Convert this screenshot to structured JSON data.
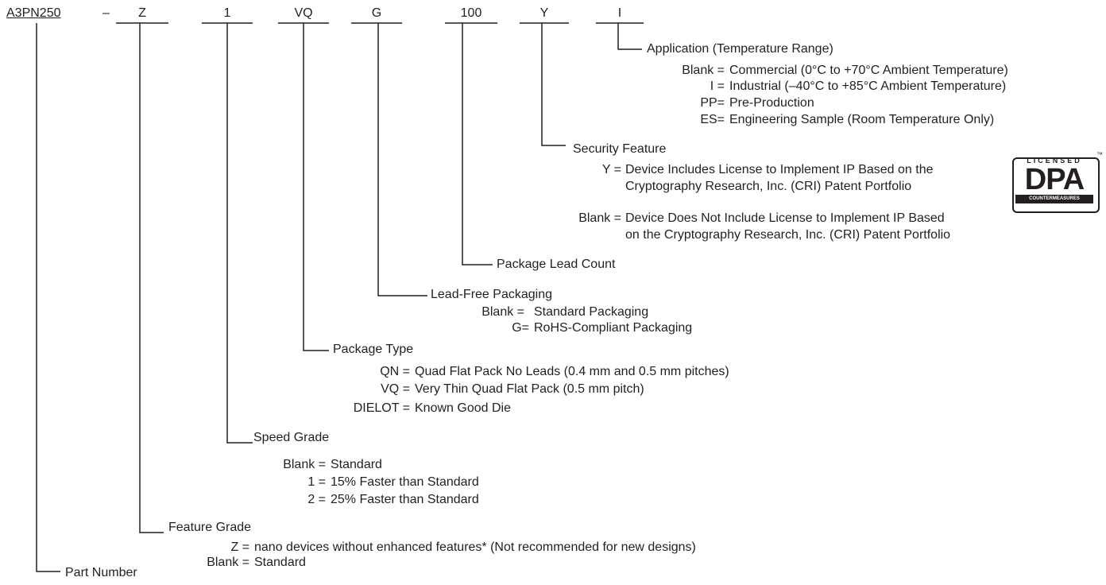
{
  "part_code": {
    "part": "A3PN250",
    "dash": "–",
    "feature_grade": "Z",
    "speed_grade": "1",
    "package_type": "VQ",
    "lead_free": "G",
    "lead_count": "100",
    "security": "Y",
    "application": "I"
  },
  "application": {
    "title": "Application (Temperature Range)",
    "options": [
      {
        "key": "Blank =",
        "desc": "Commercial (0°C to +70°C Ambient Temperature)"
      },
      {
        "key": "I =",
        "desc": "Industrial (–40°C to +85°C Ambient Temperature)"
      },
      {
        "key": "PP=",
        "desc": "Pre-Production"
      },
      {
        "key": "ES=",
        "desc": "Engineering Sample (Room Temperature Only)"
      }
    ]
  },
  "security": {
    "title": "Security Feature",
    "options": [
      {
        "key": "Y =",
        "desc_1": "Device Includes License to Implement IP Based on the",
        "desc_2": "Cryptography Research, Inc. (CRI) Patent Portfolio"
      },
      {
        "key": "Blank =",
        "desc_1": "Device Does Not Include License to Implement IP Based",
        "desc_2": "on the Cryptography Research, Inc. (CRI) Patent Portfolio"
      }
    ],
    "logo": {
      "top": "LICENSED",
      "main": "DPA",
      "bottom": "COUNTERMEASURES",
      "tm": "™"
    }
  },
  "lead_count": {
    "title": "Package Lead Count"
  },
  "lead_free": {
    "title": "Lead-Free Packaging",
    "options": [
      {
        "key": "Blank =",
        "desc": "Standard Packaging"
      },
      {
        "key": "G=",
        "desc": "RoHS-Compliant Packaging"
      }
    ]
  },
  "package_type": {
    "title": "Package Type",
    "options": [
      {
        "key": "QN =",
        "desc": "Quad Flat Pack No Leads (0.4 mm and 0.5 mm pitches)"
      },
      {
        "key": "VQ =",
        "desc": "Very Thin Quad Flat Pack (0.5 mm pitch)"
      },
      {
        "key": "DIELOT =",
        "desc": "Known Good Die"
      }
    ]
  },
  "speed_grade": {
    "title": "Speed Grade",
    "options": [
      {
        "key": "Blank =",
        "desc": "Standard"
      },
      {
        "key": "1 =",
        "desc": "15% Faster than Standard"
      },
      {
        "key": "2 =",
        "desc": "25% Faster than Standard"
      }
    ]
  },
  "feature_grade": {
    "title": "Feature Grade",
    "options": [
      {
        "key": "Z =",
        "desc": "nano devices without enhanced features* (Not recommended for new designs)"
      },
      {
        "key": "Blank =",
        "desc": "Standard"
      }
    ]
  },
  "part_number": {
    "title": "Part Number"
  }
}
